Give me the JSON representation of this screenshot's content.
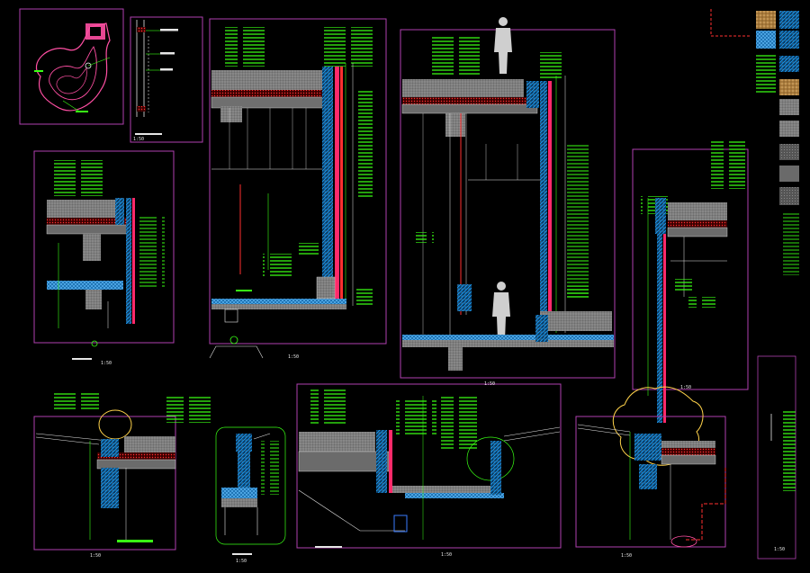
{
  "sheet": {
    "background": "#000000",
    "colors": {
      "frame": "#b040b0",
      "annotation": "#39ff14",
      "dimension": "#e6e6e6",
      "wall_cut": "#2aa8ff",
      "insulation": "#ff3030",
      "slab": "#8c8c8c",
      "mullion": "#ff2a6a",
      "trees": "#ffd24a",
      "leader": "#ffffff",
      "hatch_blue": "#1aa3ff",
      "hatch_tan": "#c79a55",
      "grid": "#00d0d0"
    },
    "scale_labels": [
      "1:50",
      "1:50",
      "1:50",
      "1:50",
      "1:50",
      "1:50",
      "1:50",
      "1:50",
      "1:50",
      "1:50"
    ],
    "legend_icons": [
      "hatch-blue-icon",
      "hatch-tan-icon",
      "hatch-gray-icon",
      "hatch-dark-icon"
    ]
  }
}
